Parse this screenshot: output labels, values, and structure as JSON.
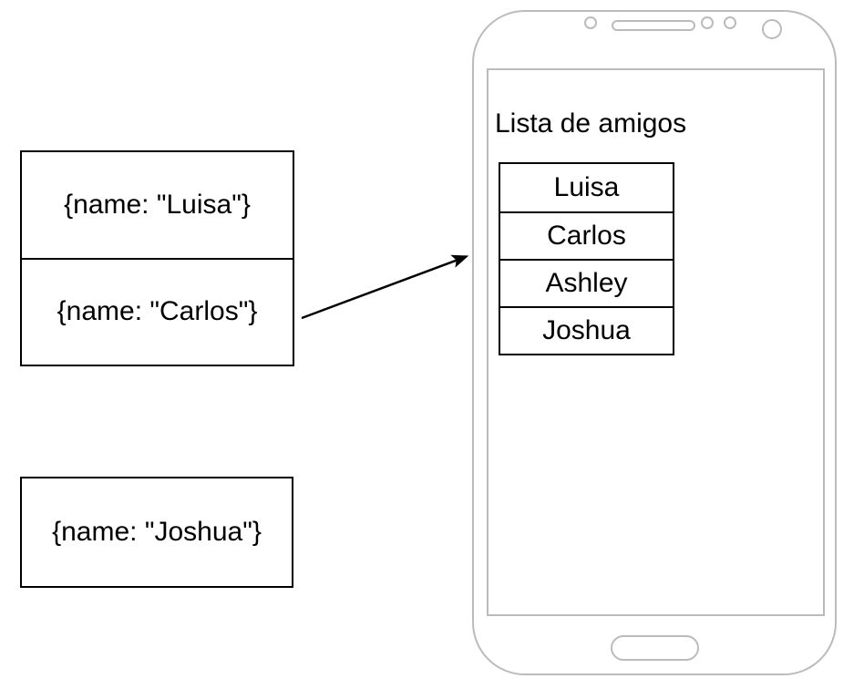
{
  "records": [
    {
      "text": "{name: \"Luisa\"}"
    },
    {
      "text": "{name: \"Carlos\"}"
    },
    {
      "text": "{name: \"Joshua\"}"
    }
  ],
  "phone": {
    "title": "Lista de amigos",
    "friends": [
      "Luisa",
      "Carlos",
      "Ashley",
      "Joshua"
    ]
  },
  "colors": {
    "diagram_stroke": "#000000",
    "device_outline": "#bbbbbb",
    "background": "#ffffff"
  }
}
